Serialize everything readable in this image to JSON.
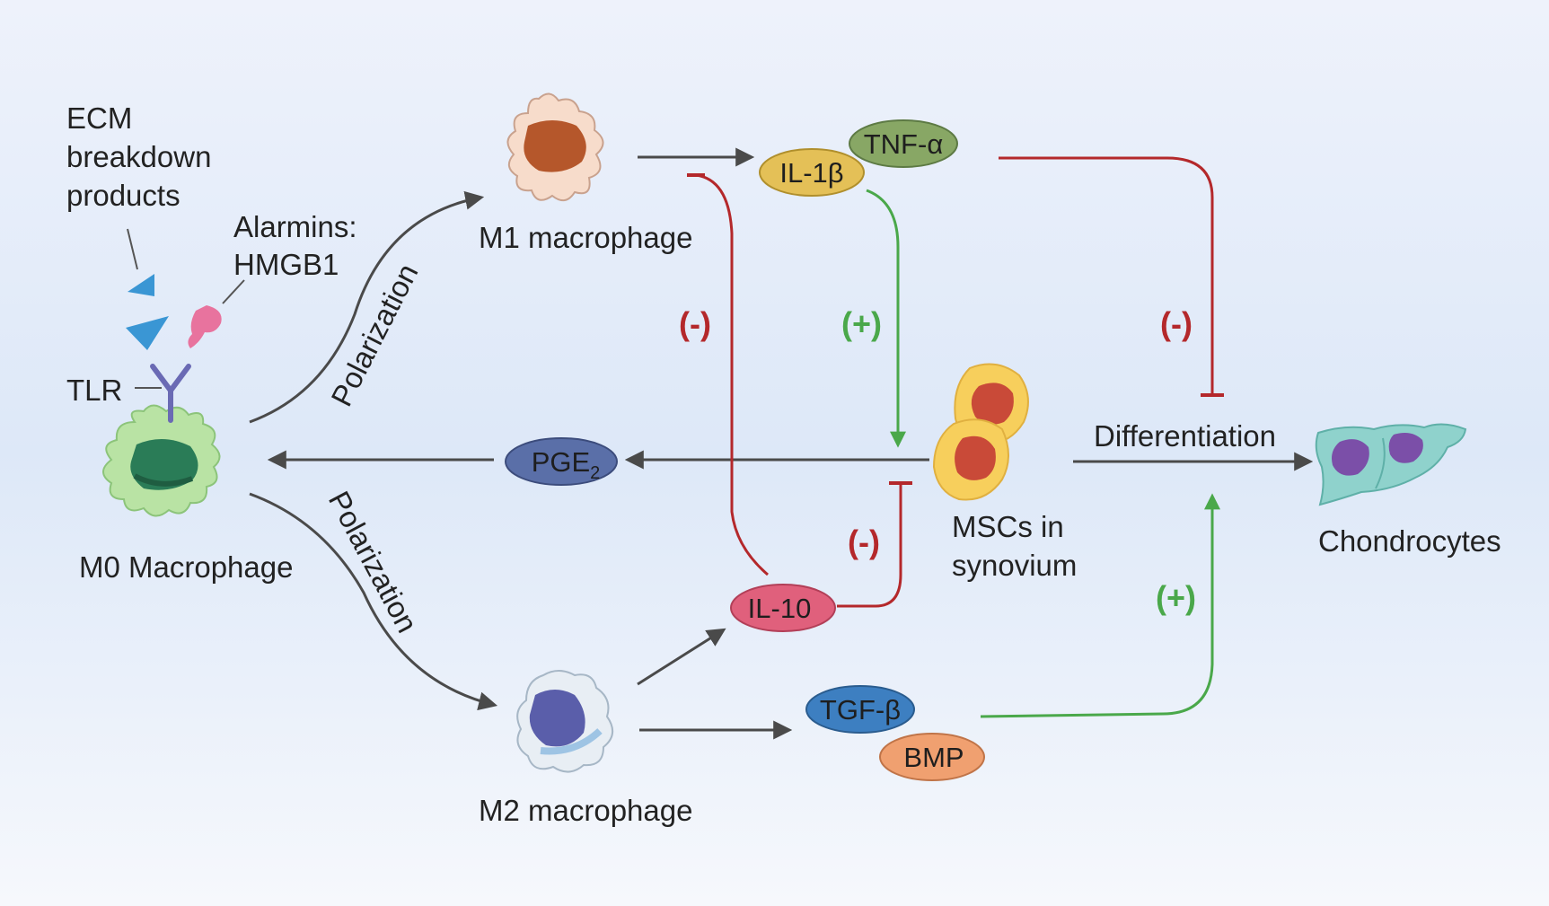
{
  "labels": {
    "ecm_line1": "ECM",
    "ecm_line2": "breakdown",
    "ecm_line3": "products",
    "alarmins_line1": "Alarmins:",
    "alarmins_line2": "HMGB1",
    "tlr": "TLR",
    "m0": "M0 Macrophage",
    "m1": "M1 macrophage",
    "m2": "M2 macrophage",
    "msc_line1": "MSCs in",
    "msc_line2": "synovium",
    "chondrocytes": "Chondrocytes",
    "polarization_top": "Polarization",
    "polarization_bottom": "Polarization",
    "differentiation": "Differentiation"
  },
  "cytokines": {
    "il1b": "IL-1β",
    "tnfa": "TNF-α",
    "il10": "IL-10",
    "pge2_base": "PGE",
    "pge2_sub": "2",
    "tgfb": "TGF-β",
    "bmp": "BMP"
  },
  "effects": {
    "m1_il10_inhibit": "(-)",
    "il1b_msc_promote": "(+)",
    "tnfa_diff_inhibit": "(-)",
    "il10_msc_inhibit": "(-)",
    "tgfb_diff_promote": "(+)"
  },
  "colors": {
    "inhibit": "#b4282b",
    "promote": "#4aa84a",
    "arrow": "#4a4a4a"
  }
}
